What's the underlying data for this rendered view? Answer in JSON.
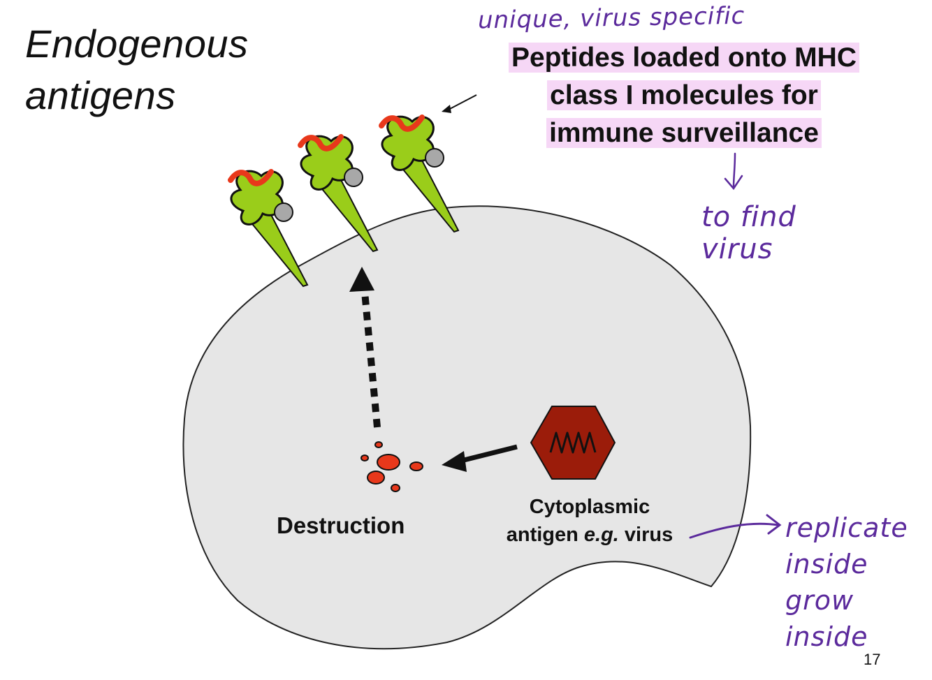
{
  "slide": {
    "title_line1": "Endogenous",
    "title_line2": "antigens",
    "callout_line1": "Peptides loaded onto MHC",
    "callout_line2": "class I molecules for",
    "callout_line3": "immune surveillance",
    "destruction_label": "Destruction",
    "cyto_line1": "Cytoplasmic",
    "cyto_line2_a": "antigen ",
    "cyto_line2_b": "e.g.",
    "cyto_line2_c": " virus",
    "page_number": "17"
  },
  "annotations": {
    "unique": "unique, virus specific",
    "find_line1": "to find",
    "find_line2": "virus",
    "rep_line1": "replicate",
    "rep_line2": "inside",
    "rep_line3": "grow inside"
  },
  "colors": {
    "cell_fill": "#e6e6e6",
    "mhc_green": "#9acd1a",
    "peptide_red": "#e8381b",
    "virus_red": "#9b1c0a",
    "highlight": "#f6d7f6",
    "handwriting": "#5b2a9c"
  }
}
